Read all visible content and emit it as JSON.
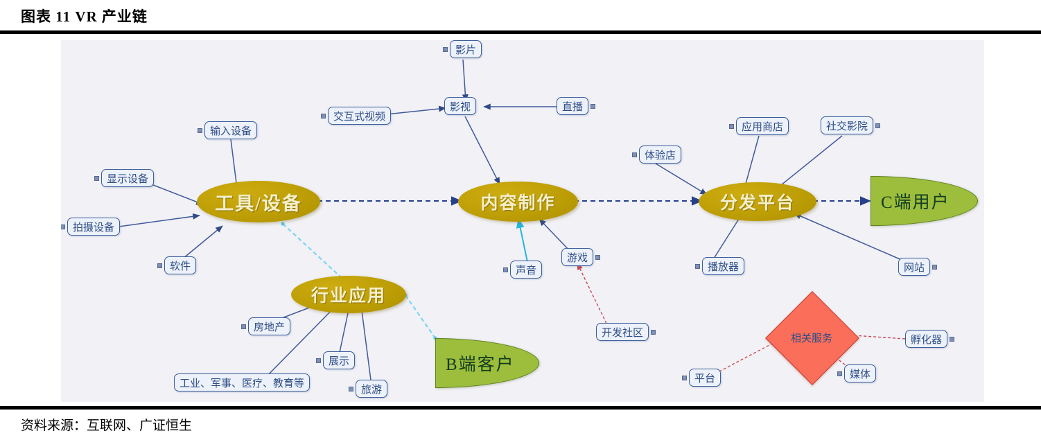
{
  "figure": {
    "title": "图表 11 VR 产业链",
    "source": "资料来源：互联网、广证恒生"
  },
  "chart_data": {
    "type": "diagram",
    "title": "图表 11 VR 产业链",
    "description": "VR 产业链思维导图：工具/设备 → 内容制作 → 分发平台 → C端用户，行业应用 → B端客户，以及相关服务分支",
    "colors": {
      "canvas_background": "#F1F1F6",
      "hub_gold": "#BD9E05",
      "hub_text": "#F5EFCB",
      "leaf_fill": "#EDF1FA",
      "leaf_border": "#3B5E9B",
      "leaf_text": "#2E4E86",
      "shield_green": "#9CBE3C",
      "shield_border": "#5F7F1E",
      "diamond_red": "#FA6E5A",
      "diamond_border": "#C0392B",
      "edge_navy": "#2F4A86",
      "edge_cyan": "#7FD4F0",
      "edge_red": "#C9484E"
    },
    "hubs": [
      {
        "id": "tools",
        "label": "工具/设备",
        "shape": "ellipse"
      },
      {
        "id": "content",
        "label": "内容制作",
        "shape": "ellipse"
      },
      {
        "id": "distrib",
        "label": "分发平台",
        "shape": "ellipse"
      },
      {
        "id": "industry",
        "label": "行业应用",
        "shape": "ellipse"
      },
      {
        "id": "service",
        "label": "相关服务",
        "shape": "diamond"
      }
    ],
    "endpoints": [
      {
        "id": "c_user",
        "label": "C端用户",
        "shape": "shield"
      },
      {
        "id": "b_user",
        "label": "B端客户",
        "shape": "shield"
      }
    ],
    "nodes": [
      {
        "id": "input_device",
        "label": "输入设备",
        "parent": "tools"
      },
      {
        "id": "display_device",
        "label": "显示设备",
        "parent": "tools"
      },
      {
        "id": "capture_device",
        "label": "拍摄设备",
        "parent": "tools"
      },
      {
        "id": "software",
        "label": "软件",
        "parent": "tools"
      },
      {
        "id": "film_tv",
        "label": "影视",
        "parent": "content"
      },
      {
        "id": "movie",
        "label": "影片",
        "parent": "film_tv"
      },
      {
        "id": "live",
        "label": "直播",
        "parent": "film_tv"
      },
      {
        "id": "interactive",
        "label": "交互式视频",
        "parent": "film_tv"
      },
      {
        "id": "sound",
        "label": "声音",
        "parent": "content"
      },
      {
        "id": "game",
        "label": "游戏",
        "parent": "content"
      },
      {
        "id": "dev_community",
        "label": "开发社区",
        "parent": "game"
      },
      {
        "id": "exp_store",
        "label": "体验店",
        "parent": "distrib"
      },
      {
        "id": "app_store",
        "label": "应用商店",
        "parent": "distrib"
      },
      {
        "id": "social_cinema",
        "label": "社交影院",
        "parent": "distrib"
      },
      {
        "id": "player",
        "label": "播放器",
        "parent": "distrib"
      },
      {
        "id": "website",
        "label": "网站",
        "parent": "distrib"
      },
      {
        "id": "realestate",
        "label": "房地产",
        "parent": "industry"
      },
      {
        "id": "verticals",
        "label": "工业、军事、医疗、教育等",
        "parent": "industry"
      },
      {
        "id": "exhibition",
        "label": "展示",
        "parent": "industry"
      },
      {
        "id": "tourism",
        "label": "旅游",
        "parent": "industry"
      },
      {
        "id": "incubator",
        "label": "孵化器",
        "parent": "service"
      },
      {
        "id": "platform",
        "label": "平台",
        "parent": "service"
      },
      {
        "id": "media",
        "label": "媒体",
        "parent": "service"
      }
    ],
    "main_flow": [
      "工具/设备",
      "内容制作",
      "分发平台",
      "C端用户"
    ],
    "secondary_flow": [
      "工具/设备",
      "行业应用",
      "B端客户"
    ]
  }
}
